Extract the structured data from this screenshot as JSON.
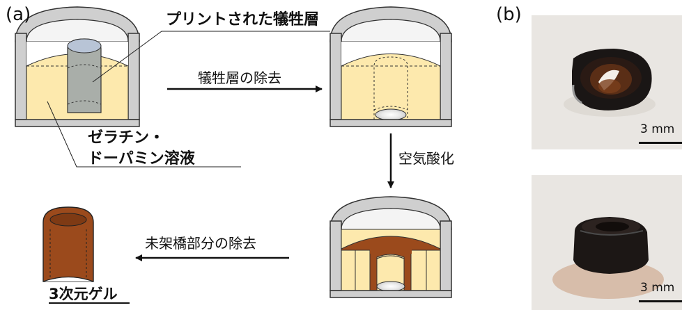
{
  "panels": {
    "a": "(a)",
    "b": "(b)"
  },
  "labels": {
    "printed_layer": "プリントされた犠牲層",
    "solution_line1": "ゼラチン・",
    "solution_line2": "ドーパミン溶液",
    "step_remove_sacrificial": "犠牲層の除去",
    "step_air_oxidation": "空気酸化",
    "step_remove_uncrosslinked": "未架橋部分の除去",
    "result": "3次元ゲル"
  },
  "photos": {
    "scale_top": "3 mm",
    "scale_bottom": "3 mm"
  },
  "colors": {
    "container_gray": "#cfcfcf",
    "container_dark": "#8c8c8c",
    "solution_yellow": "#fde9ad",
    "sacrificial_gray": "#a9aea9",
    "sacrificial_top": "#b8c4d6",
    "gel_brown": "#9b4a1c",
    "gel_dark": "#2c1e18"
  }
}
